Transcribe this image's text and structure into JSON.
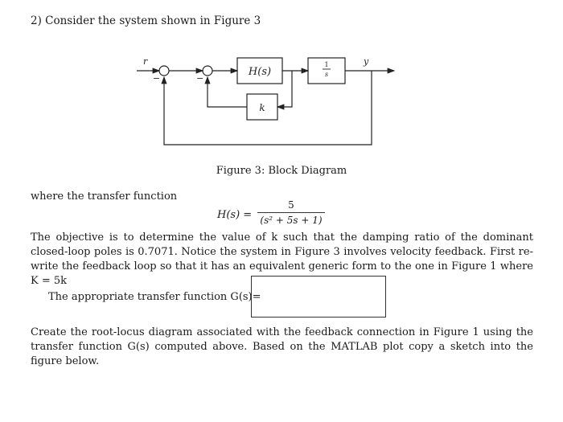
{
  "question": {
    "heading": "2) Consider the system shown in Figure 3"
  },
  "diagram": {
    "input_label": "r",
    "output_label": "y",
    "summing_sign": "−",
    "block_h_label": "H(s)",
    "block_k_label": "k",
    "integrator_num": "1",
    "integrator_den": "s",
    "caption": "Figure 3: Block Diagram"
  },
  "transfer_function": {
    "intro": "where the transfer function",
    "lhs": "H(s) =",
    "numerator": "5",
    "denominator": "(s² + 5s + 1)"
  },
  "objective_paragraph": "The objective is to determine the value of k such that the damping ratio of the dominant closed-loop poles is 0.7071. Notice the system in Figure 3 involves velocity feedback. First re-write the feedback loop so that it has an equivalent generic form to the one in Figure 1 where K = 5k",
  "answer": {
    "label": "The appropriate transfer function G(s)=",
    "value": ""
  },
  "instruction_paragraph": "Create the root-locus diagram associated with the feedback connection in Figure 1 using the transfer function G(s) computed above. Based on the MATLAB plot copy a sketch into the figure below."
}
